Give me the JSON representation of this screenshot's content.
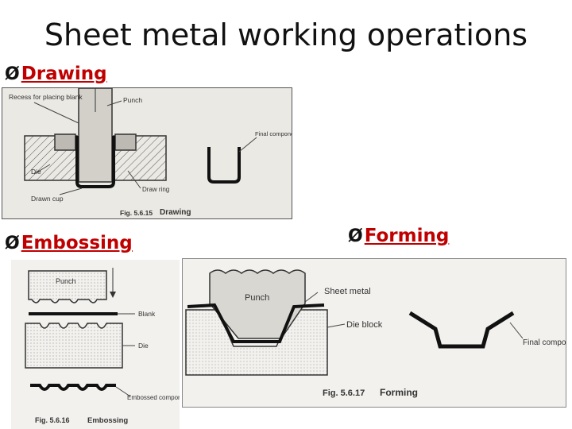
{
  "slide": {
    "title": "Sheet metal working operations",
    "bullet_arrow": "Ø"
  },
  "drawing": {
    "heading": "Drawing",
    "labels": {
      "recess": "Recess for placing blank",
      "punch": "Punch",
      "final_component": "Final component",
      "die": "Die",
      "drawing_ring": "Draw ring",
      "drawn_cup": "Drawn cup",
      "fig_number": "Fig. 5.6.15",
      "fig_title": "Drawing"
    }
  },
  "embossing": {
    "heading": "Embossing",
    "labels": {
      "punch": "Punch",
      "blank": "Blank",
      "die": "Die",
      "embossed_component": "Embossed component",
      "fig_number": "Fig. 5.6.16",
      "fig_title": "Embossing"
    }
  },
  "forming": {
    "heading": "Forming",
    "labels": {
      "punch": "Punch",
      "sheet_metal": "Sheet metal",
      "die_block": "Die block",
      "final_component": "Final component",
      "fig_number": "Fig. 5.6.17",
      "fig_title": "Forming"
    }
  }
}
